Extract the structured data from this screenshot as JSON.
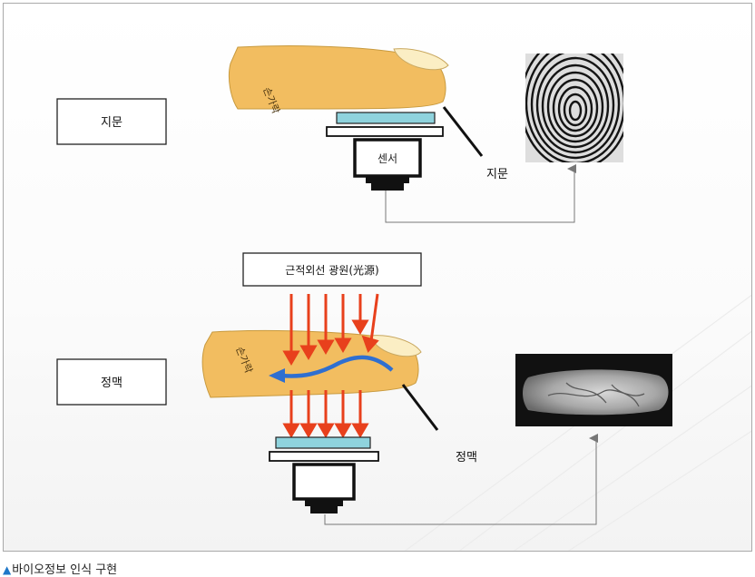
{
  "labels": {
    "fingerprint_box": "지문",
    "vein_box": "정맥",
    "finger": "손가락",
    "sensor": "센서",
    "fingerprint_callout": "지문",
    "vein_callout": "정맥",
    "light_source": "근적외선 광원(光源)"
  },
  "caption": {
    "marker": "▲",
    "text": "바이오정보 인식 구현"
  },
  "colors": {
    "finger": "#f2bd60",
    "glass": "#8fd3dd",
    "arrow_red": "#e8401c",
    "vein_blue": "#2f6fd0",
    "caption_marker": "#1f77c8"
  }
}
